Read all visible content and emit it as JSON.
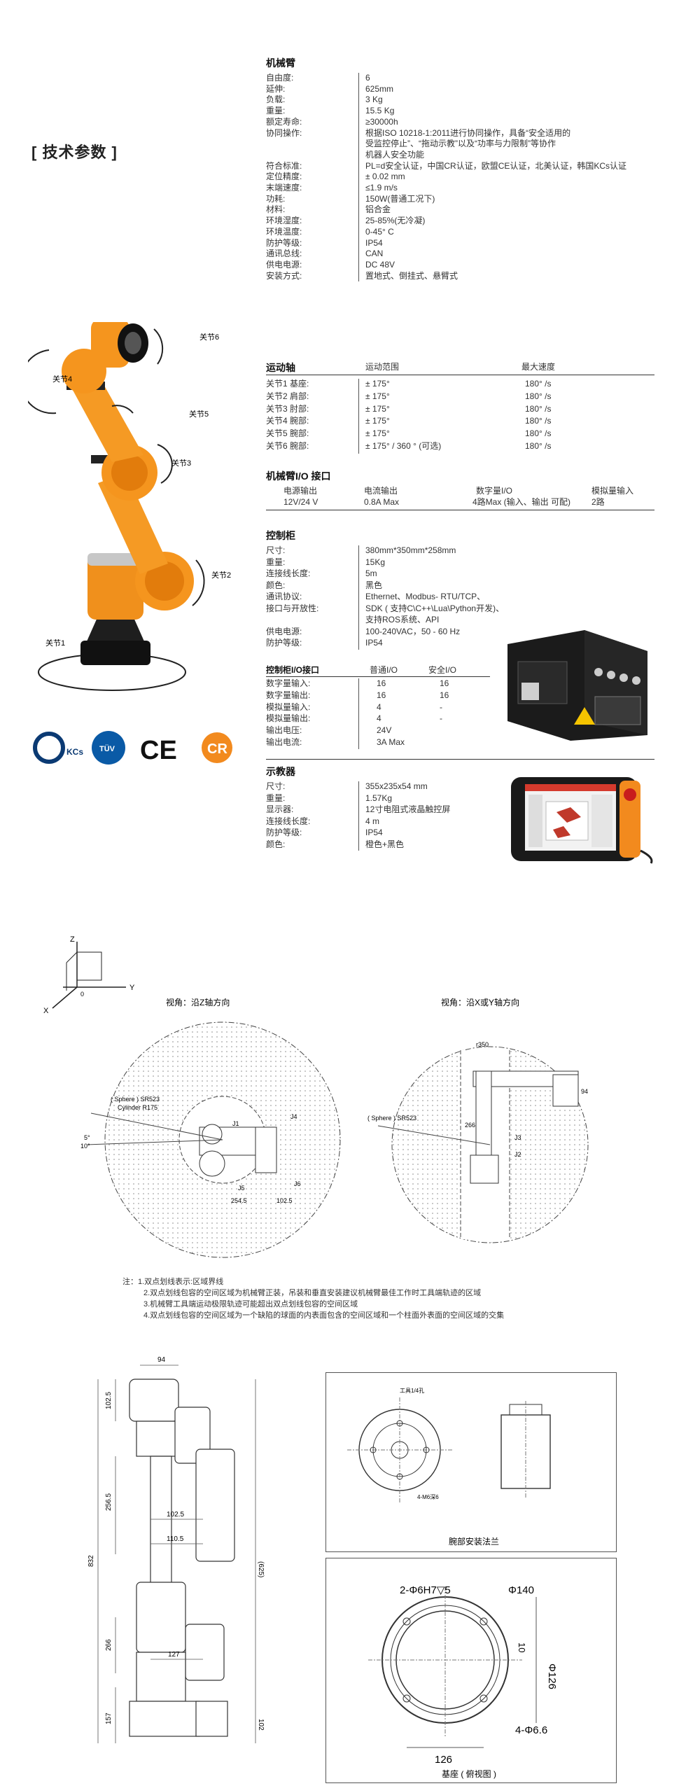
{
  "page_title": "[ 技术参数 ]",
  "arm": {
    "title": "机械臂",
    "rows": [
      {
        "label": "自由度:",
        "value": "6"
      },
      {
        "label": "延伸:",
        "value": "625mm"
      },
      {
        "label": "负载:",
        "value": "3 Kg"
      },
      {
        "label": "重量:",
        "value": "15.5 Kg"
      },
      {
        "label": "额定寿命:",
        "value": "≥30000h"
      },
      {
        "label": "协同操作:",
        "value": "根据ISO 10218-1:2011进行协同操作，具备“安全适用的"
      },
      {
        "label": "",
        "value": "受监控停止”、“拖动示教”以及“功率与力限制”等协作"
      },
      {
        "label": "",
        "value": "机器人安全功能"
      },
      {
        "label": "符合标准:",
        "value": "PL=d安全认证，中国CR认证，欧盟CE认证，北美认证，韩国KCs认证"
      },
      {
        "label": "定位精度:",
        "value": "± 0.02 mm"
      },
      {
        "label": "末端速度:",
        "value": "≤1.9 m/s"
      },
      {
        "label": "功耗:",
        "value": "150W(普通工况下)"
      },
      {
        "label": "材料:",
        "value": "铝合金"
      },
      {
        "label": "环境湿度:",
        "value": "25-85%(无冷凝)"
      },
      {
        "label": "环境温度:",
        "value": "0-45° C"
      },
      {
        "label": "防护等级:",
        "value": "IP54"
      },
      {
        "label": "通讯总线:",
        "value": "CAN"
      },
      {
        "label": "供电电源:",
        "value": "DC 48V"
      },
      {
        "label": "安装方式:",
        "value": "置地式、倒挂式、悬臂式"
      }
    ]
  },
  "joints": {
    "title": "运动轴",
    "col_range": "运动范围",
    "col_speed": "最大速度",
    "rows": [
      {
        "label": "关节1 基座:",
        "range": "± 175°",
        "speed": "180° /s"
      },
      {
        "label": "关节2 肩部:",
        "range": "± 175°",
        "speed": "180° /s"
      },
      {
        "label": "关节3 肘部:",
        "range": "± 175°",
        "speed": "180° /s"
      },
      {
        "label": "关节4 腕部:",
        "range": "± 175°",
        "speed": "180° /s"
      },
      {
        "label": "关节5 腕部:",
        "range": "± 175°",
        "speed": "180° /s"
      },
      {
        "label": "关节6 腕部:",
        "range": "± 175°  / 360 ° (可选)",
        "speed": "180° /s"
      }
    ]
  },
  "arm_io": {
    "title": "机械臂I/O 接口",
    "headers": [
      "电源输出",
      "电流输出",
      "数字量I/O",
      "模拟量输入"
    ],
    "values": [
      "12V/24 V",
      "0.8A Max",
      "4路Max (输入、输出 可配)",
      "2路"
    ]
  },
  "controller": {
    "title": "控制柜",
    "rows": [
      {
        "label": "尺寸:",
        "value": "380mm*350mm*258mm"
      },
      {
        "label": "重量:",
        "value": "15Kg"
      },
      {
        "label": "连接线长度:",
        "value": "5m"
      },
      {
        "label": "颜色:",
        "value": "黑色"
      },
      {
        "label": "通讯协议:",
        "value": "Ethernet、Modbus- RTU/TCP、"
      },
      {
        "label": "接口与开放性:",
        "value": "SDK ( 支持C\\C++\\Lua\\Python开发)、"
      },
      {
        "label": "",
        "value": "支持ROS系统、API"
      },
      {
        "label": "供电电源:",
        "value": "100-240VAC，50 - 60 Hz"
      },
      {
        "label": "防护等级:",
        "value": "IP54"
      }
    ]
  },
  "controller_io": {
    "title": "控制柜I/O接口",
    "col_normal": "普通I/O",
    "col_safe": "安全I/O",
    "rows": [
      {
        "label": "数字量输入:",
        "normal": "16",
        "safe": "16"
      },
      {
        "label": "数字量输出:",
        "normal": "16",
        "safe": "16"
      },
      {
        "label": "模拟量输入:",
        "normal": "4",
        "safe": "-"
      },
      {
        "label": "模拟量输出:",
        "normal": "4",
        "safe": "-"
      },
      {
        "label": "输出电压:",
        "normal": "24V",
        "safe": ""
      },
      {
        "label": "输出电流:",
        "normal": "3A Max",
        "safe": ""
      }
    ]
  },
  "pendant": {
    "title": "示教器",
    "rows": [
      {
        "label": "尺寸:",
        "value": "355x235x54 mm"
      },
      {
        "label": "重量:",
        "value": "1.57Kg"
      },
      {
        "label": "显示器:",
        "value": "12寸电阻式液晶触控屏"
      },
      {
        "label": "连接线长度:",
        "value": "4 m"
      },
      {
        "label": "防护等级:",
        "value": "IP54"
      },
      {
        "label": "颜色:",
        "value": "橙色+黑色"
      }
    ]
  },
  "robot_labels": [
    "关节6",
    "关节4",
    "关节5",
    "关节3",
    "关节2",
    "关节1"
  ],
  "certs": [
    "KCs",
    "TÜV",
    "CE",
    "CR"
  ],
  "workspace": {
    "axis_z": "Z",
    "axis_y": "Y",
    "axis_x": "X",
    "axis_o": "0",
    "view_left": "视角：沿Z轴方向",
    "view_right": "视角：沿X或Y轴方向",
    "left_labels": {
      "sphere": "( Sphere ) SR523",
      "cyl": "Cylinder R175",
      "j1": "J1",
      "j4": "J4",
      "j5": "J5",
      "j6": "J6",
      "d1": "254.5",
      "d2": "102.5",
      "ang": "5°",
      "ang2": "10°"
    },
    "right_labels": {
      "top": "r350",
      "j3": "J3",
      "j2": "J2",
      "sphere": "( Sphere ) SR523",
      "d": "94",
      "h": "266"
    },
    "notes": [
      "注：1.双点划线表示:区域界线",
      "2.双点划线包容的空间区域为机械臂正装，吊装和垂直安装建议机械臂最佳工作时工具端轨迹的区域",
      "3.机械臂工具端运动极限轨迹可能超出双点划线包容的空间区域",
      "4.双点划线包容的空间区域为一个缺陷的球面的内表面包含的空间区域和一个柱面外表面的空间区域的交集"
    ]
  },
  "dims": {
    "top": "94",
    "d1025": "102.5",
    "d1025b": "102.5",
    "d1105": "110.5",
    "d2565": "256.5",
    "d832": "832",
    "d625": "(625)",
    "d266": "266",
    "d127": "127",
    "d157": "157",
    "d102": "102"
  },
  "flange": {
    "caption": "腕部安装法兰",
    "l1": "工具1/4孔",
    "l2": "4-M6深6"
  },
  "base": {
    "caption": "基座 ( 俯视图 )",
    "l1": "2-Φ6H7▽5",
    "l2": "Φ140",
    "l3": "Φ126",
    "l4": "4-Φ6.6",
    "l5": "126",
    "l6": "10"
  }
}
